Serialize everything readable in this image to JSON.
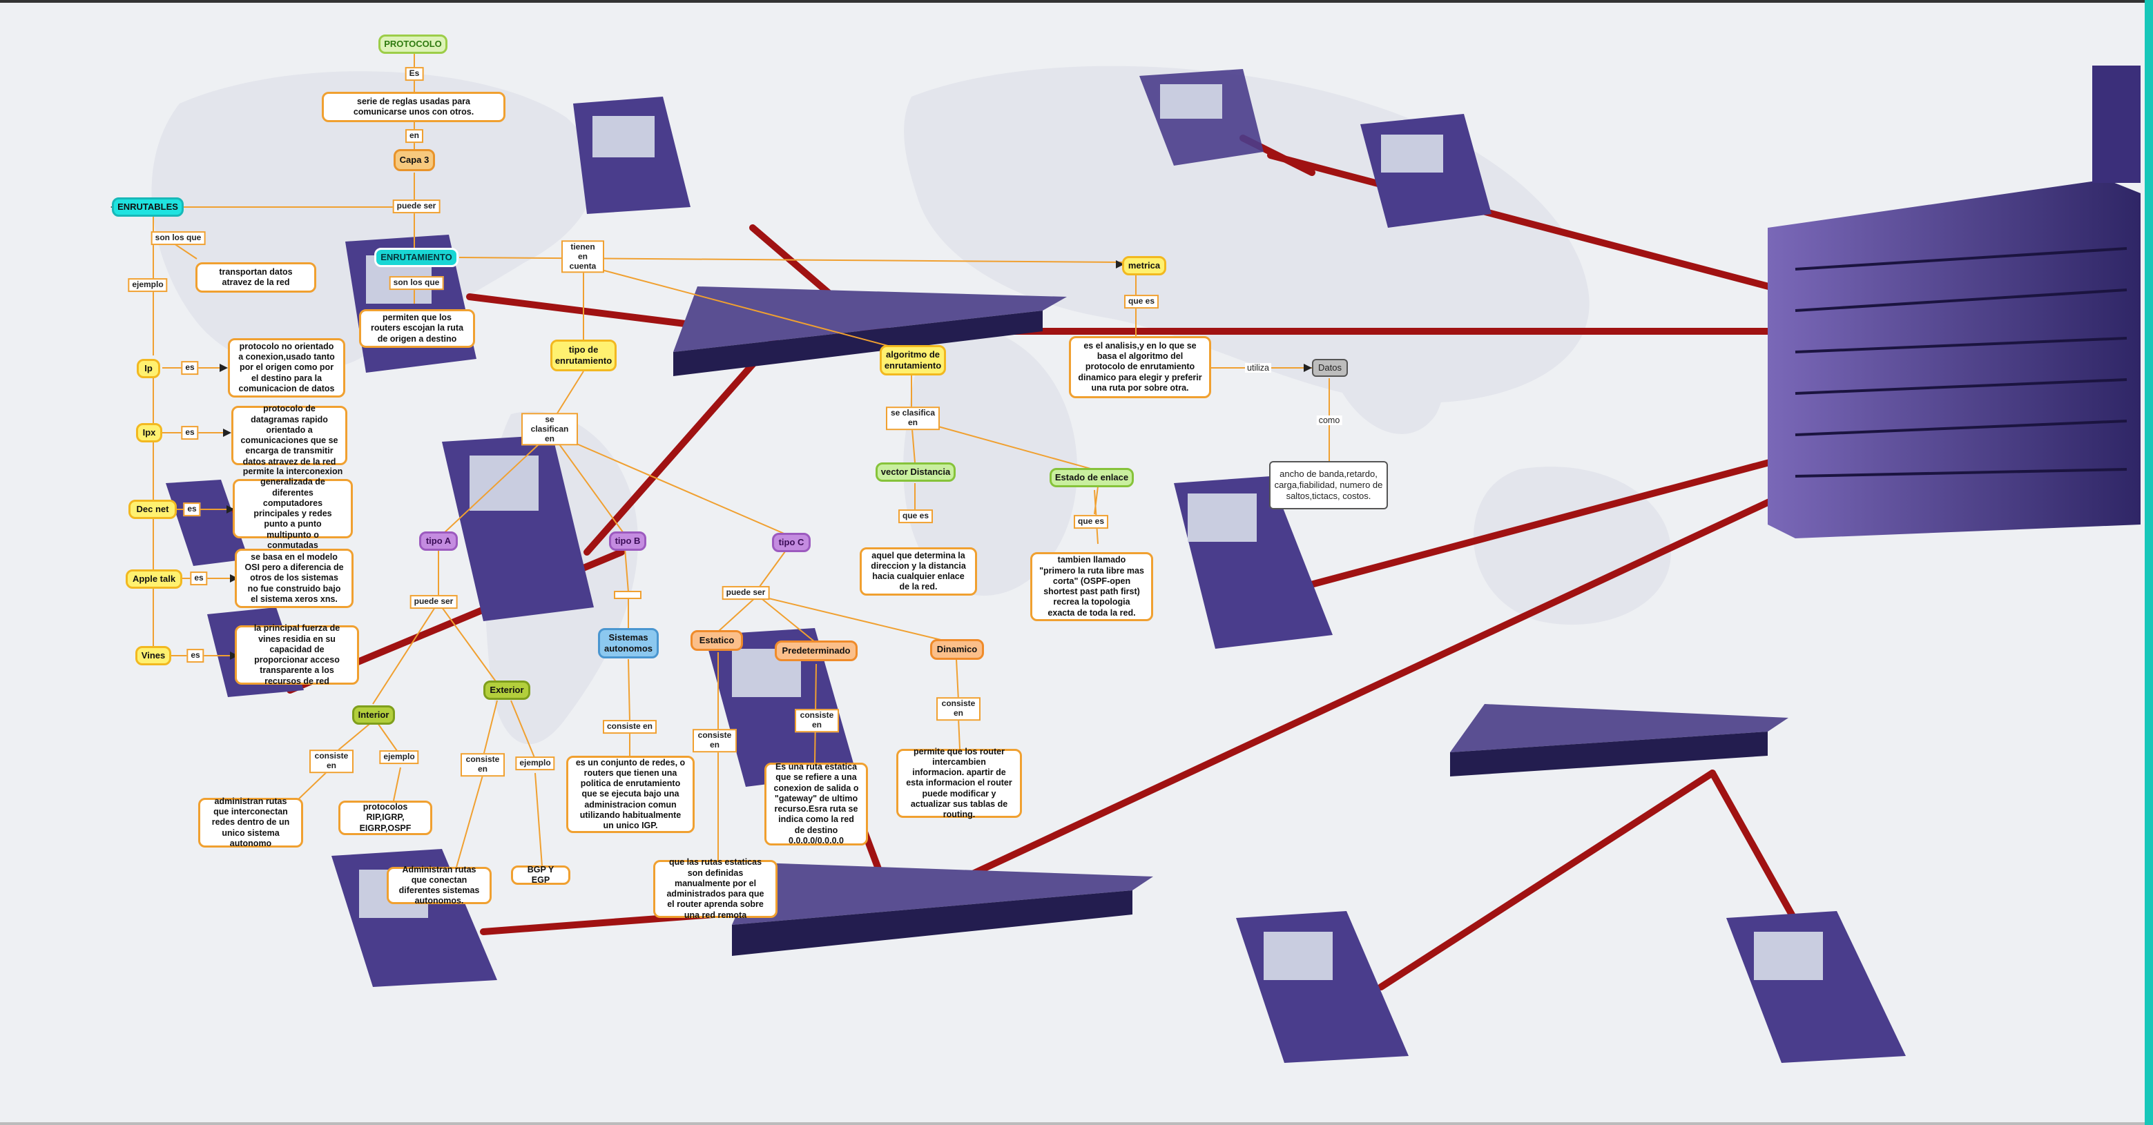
{
  "nodes": {
    "protocolo": "PROTOCOLO",
    "serie": "serie de reglas usadas para comunicarse unos con otros.",
    "capa3": "Capa 3",
    "enrutables": "ENRUTABLES",
    "transportan": "transportan datos atravez de la red",
    "enrutamiento": "ENRUTAMIENTO",
    "permiten": "permiten que los routers escojan la ruta de origen a destino",
    "metrica": "metrica",
    "analisis": "es el analisis,y en lo que se basa el algoritmo del protocolo de enrutamiento dinamico para elegir y preferir una ruta por sobre otra.",
    "datos": "Datos",
    "ancho": "ancho de banda,retardo, carga,fiabilidad, numero de saltos,tictacs, costos.",
    "ip": "Ip",
    "ip_desc": "protocolo no orientado a conexion,usado tanto por el origen como por el destino para la comunicacion de datos",
    "ipx": "Ipx",
    "ipx_desc": "protocolo de datagramas rapido orientado a comunicaciones que se encarga de transmitir datos atravez de la red",
    "decnet": "Dec net",
    "decnet_desc": "permite la interconexion generalizada de diferentes computadores principales y redes punto a punto multipunto o conmutadas",
    "appletalk": "Apple talk",
    "appletalk_desc": "se basa en el modelo OSI pero a diferencia de otros de los sistemas no fue construido bajo el sistema xeros xns.",
    "vines": "Vines",
    "vines_desc": "la principal fuerza de vines residia en su capacidad de proporcionar acceso transparente a los recursos de red",
    "tipo_enr": "tipo de enrutamiento",
    "algoritmo": "algoritmo de enrutamiento",
    "vector": "vector Distancia",
    "vector_desc": "aquel que determina la direccion y la distancia hacia cualquier enlace de la red.",
    "estado": "Estado de enlace",
    "estado_desc": "tambien llamado \"primero la ruta libre mas corta\" (OSPF-open shortest past path first) recrea la topologia exacta de toda la red.",
    "tipoA": "tipo A",
    "tipoB": "tipo B",
    "tipoC": "tipo C",
    "sistemas": "Sistemas autonomos",
    "sistemas_desc": "es un conjunto de redes, o routers que tienen una politica de enrutamiento que se ejecuta bajo una administracion comun utilizando habitualmente un unico IGP.",
    "interior": "Interior",
    "exterior": "Exterior",
    "interior_desc": "administran rutas que interconectan redes dentro de un unico sistema autonomo",
    "interior_ej": "protocolos RIP,IGRP, EIGRP,OSPF",
    "exterior_desc": "Administran rutas que conectan diferentes sistemas autonomos.",
    "exterior_ej": "BGP Y EGP",
    "estatico": "Estatico",
    "predeterminado": "Predeterminado",
    "dinamico": "Dinamico",
    "estatico_desc": "que las rutas estaticas son definidas manualmente por el administrados para que el router aprenda sobre una red remota",
    "pred_desc": "Es una ruta estatica que se refiere a una conexion de salida o \"gateway\" de ultimo recurso.Esra ruta se indica como la red de destino 0.0.0.0/0.0.0.0",
    "dinamico_desc": "permite que los router intercambien informacion. apartir de esta informacion el router puede modificar y actualizar sus tablas de routing."
  },
  "links": {
    "es": "Es",
    "en": "en",
    "puede_ser": "puede ser",
    "son_los_que": "son los que",
    "ejemplo": "ejemplo",
    "es_small": "es",
    "son_los_que2": "son los que",
    "tienen_en_cuenta": "tienen en cuenta",
    "que_es": "que es",
    "utiliza": "utiliza",
    "como": "como",
    "se_clasifican_en": "se clasifican en",
    "se_clasifica_en": "se clasifica en",
    "que_es2": "que es",
    "que_es3": "que es",
    "puede_ser2": "puede ser",
    "puede_ser3": "puede ser",
    "consiste_en": "consiste en",
    "consiste_en_a": "consiste en",
    "ejemplo_a": "ejemplo",
    "consiste_en_b": "consiste en",
    "ejemplo_b": "ejemplo",
    "consiste_en_c": "consiste en",
    "consiste_en_d": "consiste en",
    "consiste_en_e": "consiste en"
  },
  "colors": {
    "connector": "#f0a030",
    "network_cable": "#a01212",
    "hardware": "#4a3d8c",
    "world_map": "#e2e4ea"
  }
}
